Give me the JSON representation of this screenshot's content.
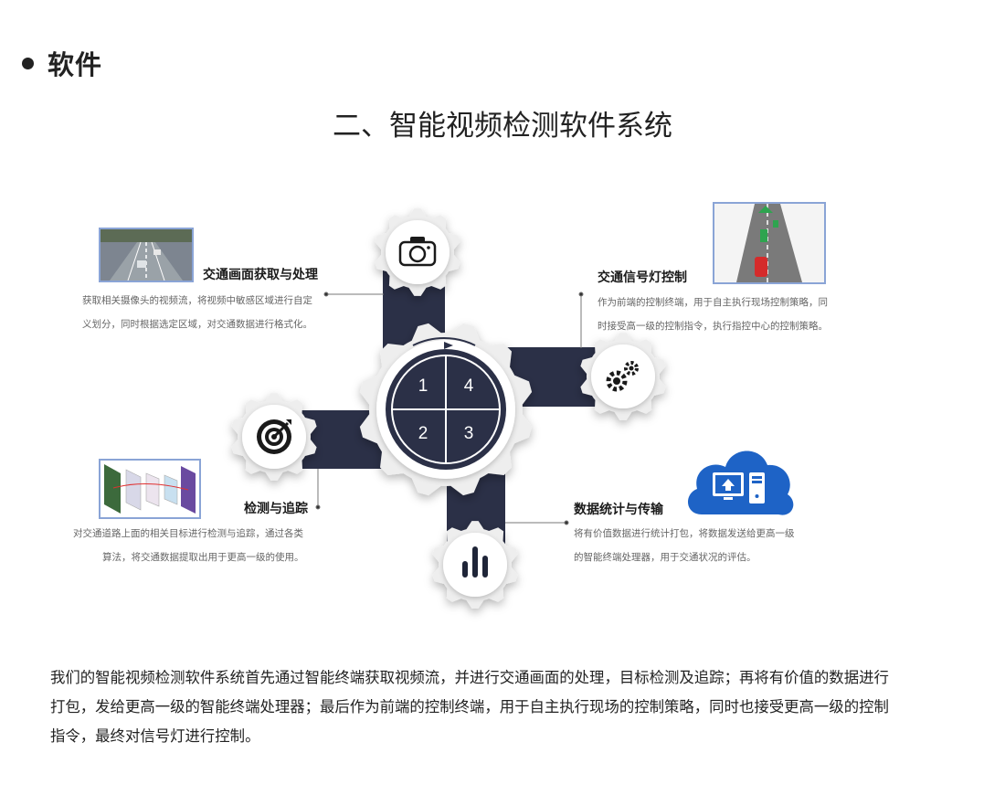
{
  "section": {
    "title": "软件"
  },
  "main_title": "二、智能视频检测软件系统",
  "hub_quadrants": [
    "1",
    "4",
    "2",
    "3"
  ],
  "blocks": [
    {
      "key": "capture",
      "title": "交通画面获取与处理",
      "lines": [
        "获取相关摄像头的视频流，将视频中敏感区域进行自定",
        "义划分，同时根据选定区域，对交通数据进行格式化。"
      ],
      "icon": "camera-icon"
    },
    {
      "key": "signal",
      "title": "交通信号灯控制",
      "lines": [
        "作为前端的控制终端，用于自主执行现场控制策略，同",
        "时接受高一级的控制指令，执行指控中心的控制策略。"
      ],
      "icon": "gears-icon"
    },
    {
      "key": "detect",
      "title": "检测与追踪",
      "lines": [
        "对交通道路上面的相关目标进行检测与追踪，通过各类",
        "算法，将交通数据提取出用于更高一级的使用。"
      ],
      "icon": "target-icon"
    },
    {
      "key": "stats",
      "title": "数据统计与传输",
      "lines": [
        "将有价值数据进行统计打包，将数据发送给更高一级",
        "的智能终端处理器，用于交通状况的评估。"
      ],
      "icon": "bar-chart-icon"
    }
  ],
  "paragraph": [
    "我们的智能视频检测软件系统首先通过智能终端获取视频流，并进行交通画面的处理，目标检测及追踪；再将有价值的数据进行",
    "打包，发给更高一级的智能终端处理器；最后作为前端的控制终端，用于自主执行现场的控制策略，同时也接受更高一级的控制",
    "指令，最终对信号灯进行控制。"
  ],
  "colors": {
    "navy": "#2b3047",
    "gear": "#eeeeee",
    "gear_inner": "#ffffff",
    "cloud": "#1e63c6",
    "thumb_border": "#8aa4d6"
  }
}
